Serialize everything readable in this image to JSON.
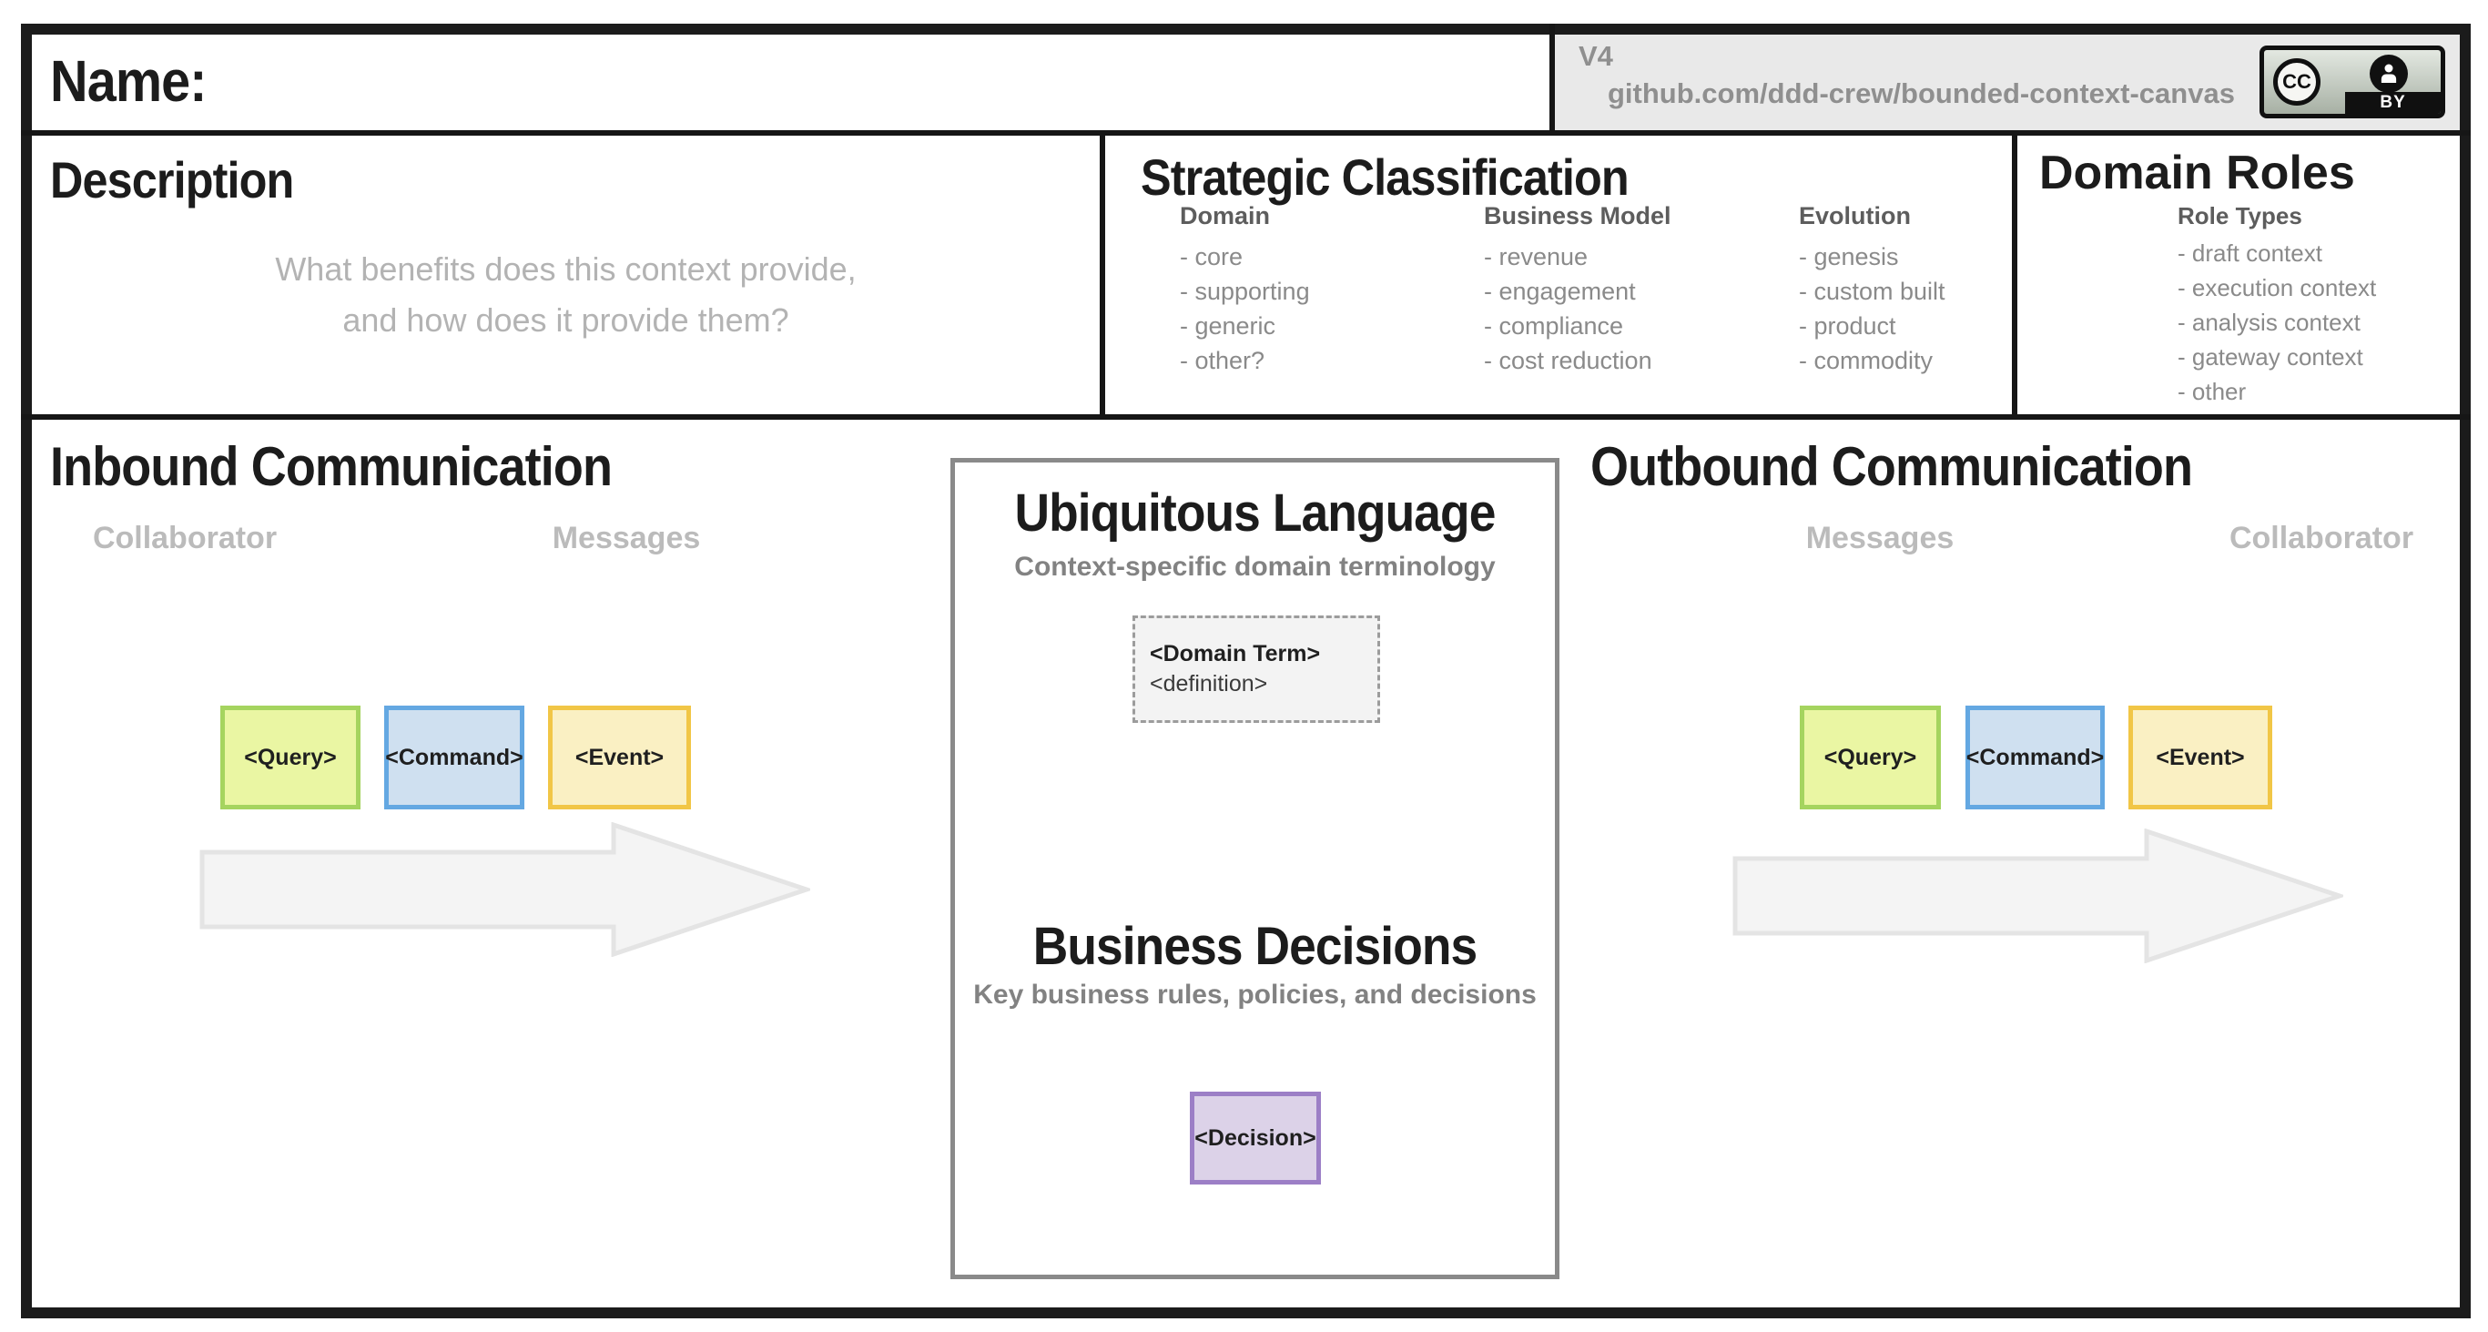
{
  "header": {
    "name_label": "Name:",
    "version": "V4",
    "repo_url": "github.com/ddd-crew/bounded-context-canvas",
    "license": {
      "cc_label": "CC",
      "by_label": "BY"
    }
  },
  "description": {
    "title": "Description",
    "placeholder_line1": "What benefits does this context provide,",
    "placeholder_line2": "and how does it provide them?"
  },
  "strategic_classification": {
    "title": "Strategic Classification",
    "columns": [
      {
        "heading": "Domain",
        "items": [
          "- core",
          "- supporting",
          "- generic",
          "- other?"
        ]
      },
      {
        "heading": "Business Model",
        "items": [
          "- revenue",
          "- engagement",
          "- compliance",
          "- cost reduction"
        ]
      },
      {
        "heading": "Evolution",
        "items": [
          "- genesis",
          "- custom built",
          "- product",
          "- commodity"
        ]
      }
    ]
  },
  "domain_roles": {
    "title": "Domain Roles",
    "subheading": "Role Types",
    "items": [
      "- draft context",
      "- execution context",
      "- analysis context",
      "- gateway context",
      "- other"
    ]
  },
  "inbound": {
    "title": "Inbound Communication",
    "collaborator_label": "Collaborator",
    "messages_label": "Messages",
    "cards": [
      {
        "label": "<Query>"
      },
      {
        "label": "<Command>"
      },
      {
        "label": "<Event>"
      }
    ]
  },
  "outbound": {
    "title": "Outbound Communication",
    "messages_label": "Messages",
    "collaborator_label": "Collaborator",
    "cards": [
      {
        "label": "<Query>"
      },
      {
        "label": "<Command>"
      },
      {
        "label": "<Event>"
      }
    ]
  },
  "ubiquitous_language": {
    "title": "Ubiquitous Language",
    "subtitle": "Context-specific domain terminology",
    "term_card": {
      "term": "<Domain Term>",
      "definition": "<definition>"
    }
  },
  "business_decisions": {
    "title": "Business Decisions",
    "subtitle": "Key business rules, policies, and decisions",
    "decision_card": "<Decision>"
  },
  "colors": {
    "frame": "#1B1B1B",
    "panel_border": "#8A8A8A",
    "v4_box_bg": "#E9E9E9",
    "query_fill": "#EAF6A3",
    "query_border": "#A5D45F",
    "command_fill": "#CFE0F0",
    "command_border": "#64A8E2",
    "event_fill": "#FAF0C3",
    "event_border": "#F1C646",
    "decision_fill": "#DCD2E8",
    "decision_border": "#9C7FC6",
    "term_card_fill": "#F3F3F3",
    "term_card_border": "#9C9C9C",
    "arrow_fill": "#F4F4F4",
    "arrow_border": "#E4E4E4",
    "muted_text": "#8A8A8A",
    "faint_text": "#BBBBBB"
  }
}
